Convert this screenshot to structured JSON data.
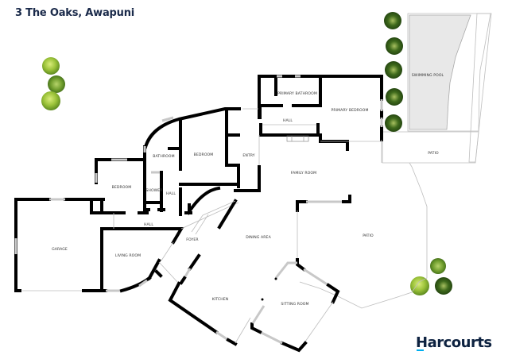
{
  "title": "3 The Oaks, Awapuni",
  "brand": {
    "name": "Harcourts",
    "color": "#0d2240",
    "accent": "#00aeef"
  },
  "rooms": [
    {
      "id": "swimming-pool",
      "label": "SWIMMING POOL"
    },
    {
      "id": "primary-bathroom",
      "label": "PRIMARY BATHROOM"
    },
    {
      "id": "primary-bedroom",
      "label": "PRIMARY BEDROOM"
    },
    {
      "id": "hall-upper",
      "label": "HALL"
    },
    {
      "id": "patio-upper",
      "label": "PATIO"
    },
    {
      "id": "bathroom",
      "label": "BATHROOM"
    },
    {
      "id": "bedroom-1",
      "label": "BEDROOM"
    },
    {
      "id": "entry",
      "label": "ENTRY"
    },
    {
      "id": "family-room",
      "label": "FAMILY ROOM"
    },
    {
      "id": "bedroom-2",
      "label": "BEDROOM"
    },
    {
      "id": "shower",
      "label": "SHOWER"
    },
    {
      "id": "hall-small",
      "label": "HALL"
    },
    {
      "id": "hall-lower",
      "label": "HALL"
    },
    {
      "id": "foyer",
      "label": "FOYER"
    },
    {
      "id": "dining-area",
      "label": "DINING AREA"
    },
    {
      "id": "patio-lower",
      "label": "PATIO"
    },
    {
      "id": "garage",
      "label": "GARAGE"
    },
    {
      "id": "living-room",
      "label": "LIVING ROOM"
    },
    {
      "id": "kitchen",
      "label": "KITCHEN"
    },
    {
      "id": "sitting-room",
      "label": "SITTING ROOM"
    }
  ],
  "colors": {
    "wall": "#000000",
    "pool": "#e8e8e8",
    "title": "#1a2a4a",
    "tree": "#5a8a2a"
  }
}
